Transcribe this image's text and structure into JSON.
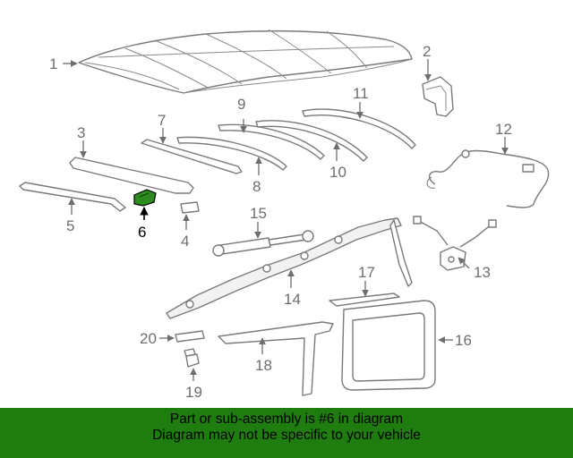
{
  "callouts": [
    "1",
    "2",
    "3",
    "4",
    "5",
    "6",
    "7",
    "8",
    "9",
    "10",
    "11",
    "12",
    "13",
    "14",
    "15",
    "16",
    "17",
    "18",
    "19",
    "20"
  ],
  "highlighted_part": "6",
  "highlight_color": "#2d8c1e",
  "banner": {
    "line1": "Part or sub-assembly is #6 in diagram",
    "line2": "Diagram may not be specific to your vehicle",
    "background": "#1f7d0f"
  }
}
